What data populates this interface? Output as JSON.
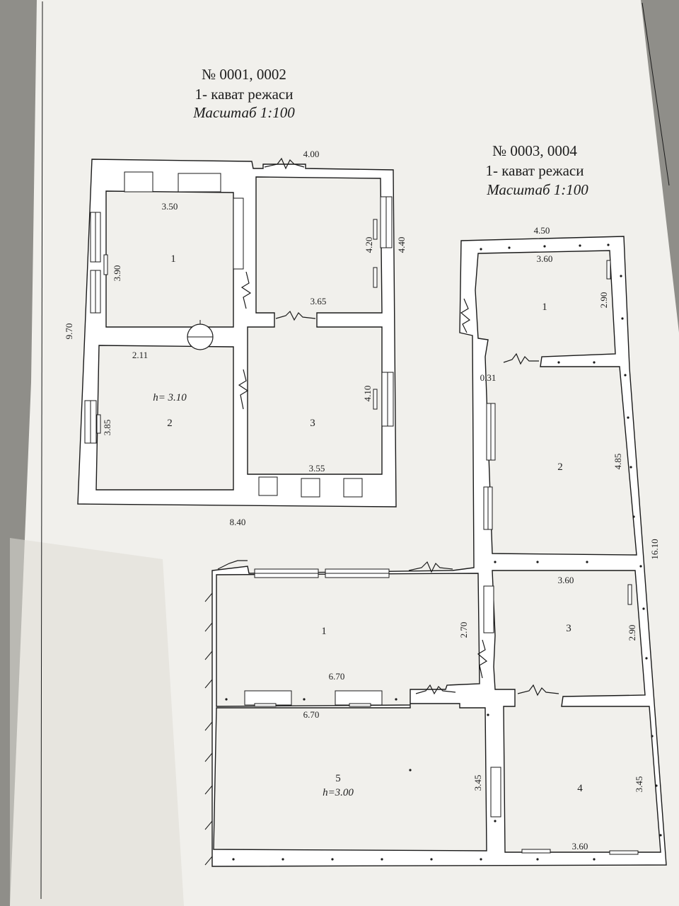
{
  "plan_a": {
    "title_number": "№ 0001, 0002",
    "title_floor": "1- кават режаси",
    "title_scale": "Масштаб 1:100",
    "dims": {
      "top": "4.00",
      "room1_width": "3.50",
      "room1_height": "3.90",
      "right_upper_inner": "4.20",
      "right_upper_outer": "4.40",
      "mid": "3.65",
      "left_total": "9.70",
      "room2_width": "2.11",
      "room2_height": "3.85",
      "room3_height": "4.10",
      "room3_width": "3.55",
      "bottom_total": "8.40"
    },
    "rooms": {
      "r1": "1",
      "r2": "2",
      "r3": "3",
      "height_note": "h= 3.10"
    }
  },
  "plan_b": {
    "title_number": "№ 0003, 0004",
    "title_floor": "1- кават режаси",
    "title_scale": "Масштаб 1:100",
    "dims": {
      "top_outer": "4.50",
      "room1_width": "3.60",
      "room1_height": "2.90",
      "stair_width": "0.31",
      "room2_height": "4.85",
      "right_total": "16.10",
      "room3_width": "3.60",
      "room3_height": "2.90",
      "corridor_height": "2.70",
      "hall_upper_width": "6.70",
      "hall_lower_width": "6.70",
      "room5_height": "3.45",
      "room4_height": "3.45",
      "room4_width": "3.60"
    },
    "rooms": {
      "r1": "1",
      "r2": "2",
      "r3": "3",
      "hall1": "1",
      "r4": "4",
      "r5": "5",
      "height_note": "h=3.00"
    }
  }
}
